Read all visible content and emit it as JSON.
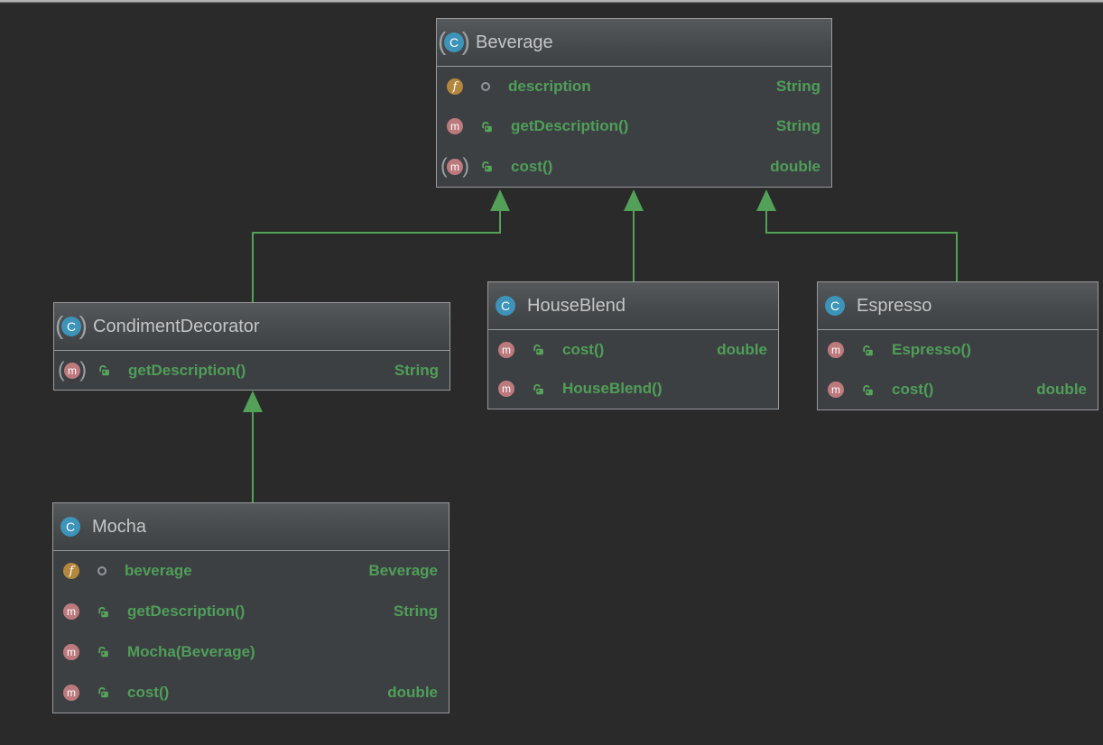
{
  "diagram": {
    "tool": "uml-class-diagram",
    "icons": {
      "class_letter": "C",
      "field_letter": "f",
      "method_letter": "m"
    },
    "classes": [
      {
        "name": "Beverage",
        "kind": "abstract class",
        "members": [
          {
            "member_kind": "field",
            "visibility": "package-private",
            "abstract": false,
            "name": "description",
            "type": "String"
          },
          {
            "member_kind": "method",
            "visibility": "public",
            "abstract": false,
            "name": "getDescription()",
            "type": "String"
          },
          {
            "member_kind": "method",
            "visibility": "public",
            "abstract": true,
            "name": "cost()",
            "type": "double"
          }
        ]
      },
      {
        "name": "CondimentDecorator",
        "kind": "abstract class",
        "members": [
          {
            "member_kind": "method",
            "visibility": "public",
            "abstract": true,
            "name": "getDescription()",
            "type": "String"
          }
        ]
      },
      {
        "name": "HouseBlend",
        "kind": "class",
        "members": [
          {
            "member_kind": "method",
            "visibility": "public",
            "abstract": false,
            "name": "cost()",
            "type": "double"
          },
          {
            "member_kind": "method",
            "visibility": "public",
            "abstract": false,
            "name": "HouseBlend()",
            "type": ""
          }
        ]
      },
      {
        "name": "Espresso",
        "kind": "class",
        "members": [
          {
            "member_kind": "method",
            "visibility": "public",
            "abstract": false,
            "name": "Espresso()",
            "type": ""
          },
          {
            "member_kind": "method",
            "visibility": "public",
            "abstract": false,
            "name": "cost()",
            "type": "double"
          }
        ]
      },
      {
        "name": "Mocha",
        "kind": "class",
        "members": [
          {
            "member_kind": "field",
            "visibility": "package-private",
            "abstract": false,
            "name": "beverage",
            "type": "Beverage"
          },
          {
            "member_kind": "method",
            "visibility": "public",
            "abstract": false,
            "name": "getDescription()",
            "type": "String"
          },
          {
            "member_kind": "method",
            "visibility": "public",
            "abstract": false,
            "name": "Mocha(Beverage)",
            "type": ""
          },
          {
            "member_kind": "method",
            "visibility": "public",
            "abstract": false,
            "name": "cost()",
            "type": "double"
          }
        ]
      }
    ],
    "relationships": [
      {
        "from": "CondimentDecorator",
        "to": "Beverage",
        "type": "extends"
      },
      {
        "from": "HouseBlend",
        "to": "Beverage",
        "type": "extends"
      },
      {
        "from": "Espresso",
        "to": "Beverage",
        "type": "extends"
      },
      {
        "from": "Mocha",
        "to": "CondimentDecorator",
        "type": "extends"
      }
    ],
    "colors": {
      "background": "#2a2a2a",
      "node_body": "#3d4043",
      "node_border": "#97999c",
      "member_text_green": "#4f9e58",
      "edge_green": "#53a058",
      "title_text": "#c3c5c7",
      "class_icon_blue": "#3d93b8",
      "field_icon_amber": "#b3873e",
      "method_icon_rose": "#bd7a7d"
    }
  }
}
